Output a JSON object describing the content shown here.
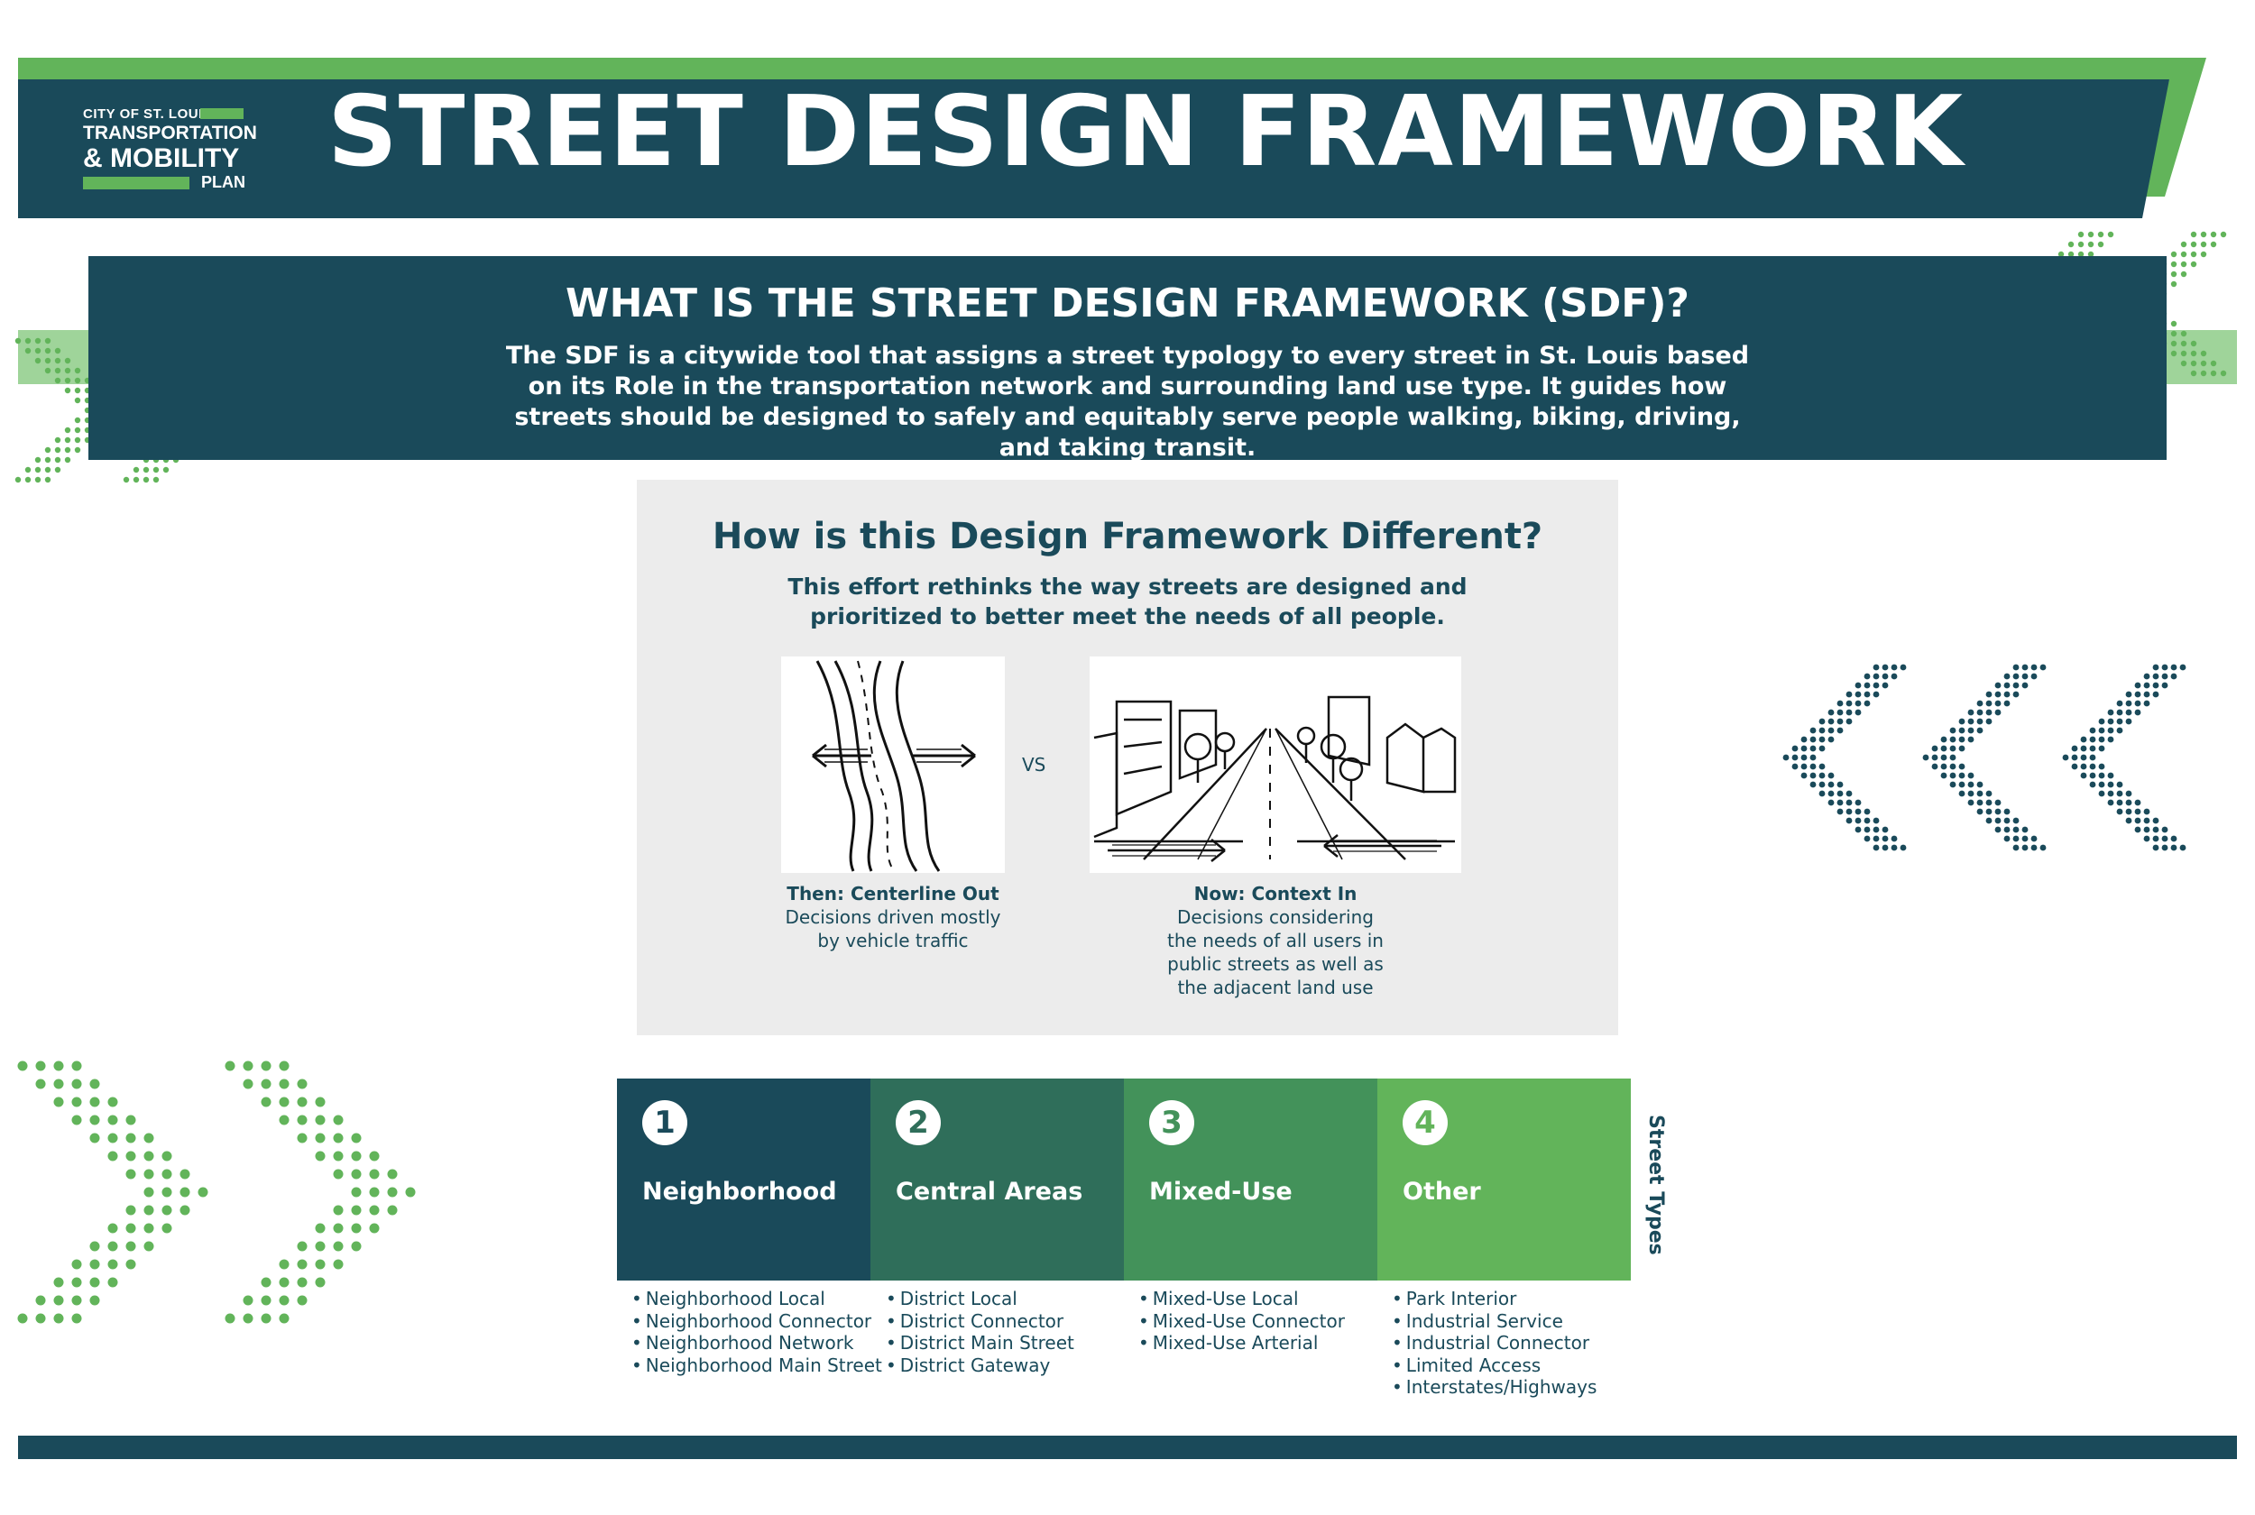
{
  "colors": {
    "navy": "#1a4a5a",
    "teal_green": "#2f6e5a",
    "mid_green": "#43925a",
    "bright_green": "#62b45a",
    "panel_gray": "#ececec"
  },
  "logo": {
    "line1": "CITY OF ST. LOUIS",
    "line2": "TRANSPORTATION",
    "line3": "& MOBILITY",
    "line4": "PLAN"
  },
  "header": {
    "title": "STREET DESIGN FRAMEWORK"
  },
  "intro": {
    "heading": "WHAT IS THE STREET DESIGN FRAMEWORK (SDF)?",
    "body": "The SDF is a citywide tool that assigns a street typology to every street in St. Louis based on its Role in the transportation network and surrounding land use type. It guides how streets should be designed to safely and equitably serve people walking, biking, driving, and taking transit."
  },
  "comparison": {
    "title": "How is this Design Framework Different?",
    "subtitle": "This effort rethinks the way streets are designed and prioritized to better meet the needs of all people.",
    "vs": "VS",
    "then": {
      "heading": "Then: Centerline Out",
      "text": "Decisions driven mostly by vehicle traffic",
      "sketch_icon": "winding-road-sketch"
    },
    "now": {
      "heading": "Now: Context In",
      "text": "Decisions considering the needs of all users in public streets as well as the adjacent land use",
      "sketch_icon": "city-street-perspective-sketch"
    }
  },
  "street_types": {
    "side_label": "Street Types",
    "types": [
      {
        "number": "1",
        "label": "Neighborhood",
        "color": "#1a4a5a",
        "items": [
          "Neighborhood Local",
          "Neighborhood Connector",
          "Neighborhood Network",
          "Neighborhood Main Street"
        ]
      },
      {
        "number": "2",
        "label": "Central Areas",
        "color": "#2f6e5a",
        "items": [
          "District Local",
          "District Connector",
          "District Main Street",
          "District Gateway"
        ]
      },
      {
        "number": "3",
        "label": "Mixed-Use",
        "color": "#43925a",
        "items": [
          "Mixed-Use Local",
          "Mixed-Use Connector",
          "Mixed-Use Arterial"
        ]
      },
      {
        "number": "4",
        "label": "Other",
        "color": "#62b45a",
        "items": [
          "Park Interior",
          "Industrial Service",
          "Industrial Connector",
          "Limited Access",
          "Interstates/Highways"
        ]
      }
    ]
  }
}
